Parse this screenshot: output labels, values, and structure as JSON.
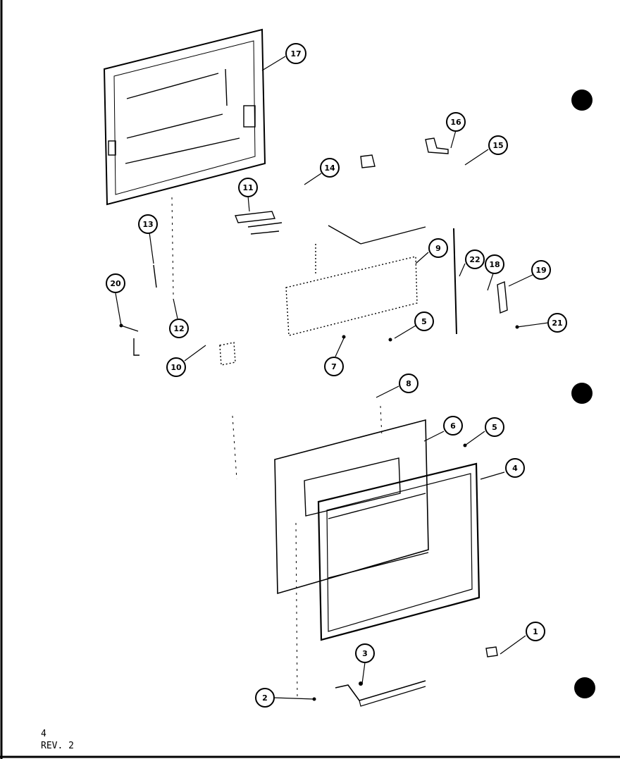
{
  "diagram": {
    "callouts": [
      "17",
      "16",
      "15",
      "14",
      "11",
      "13",
      "9",
      "22",
      "18",
      "19",
      "20",
      "12",
      "5",
      "21",
      "10",
      "7",
      "8",
      "6",
      "5",
      "4",
      "1",
      "3",
      "2"
    ]
  },
  "footer": {
    "page_number": "4",
    "revision": "REV. 2"
  },
  "colors": {
    "ink": "#000000",
    "paper": "#ffffff"
  }
}
